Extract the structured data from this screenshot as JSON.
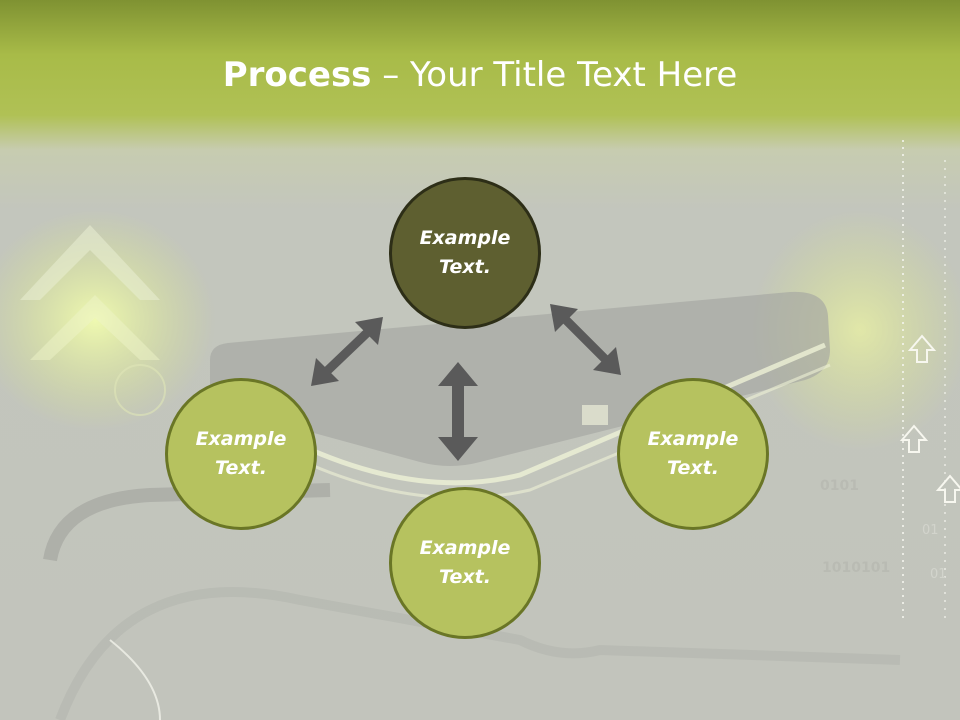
{
  "title": {
    "bold": "Process",
    "rest": " – Your Title Text Here"
  },
  "nodes": [
    {
      "id": "top",
      "text": "Example Text."
    },
    {
      "id": "left",
      "text": "Example Text."
    },
    {
      "id": "right",
      "text": "Example Text."
    },
    {
      "id": "bottom",
      "text": "Example Text."
    }
  ],
  "background_text": {
    "binary_1": "0101",
    "binary_2": "1010101",
    "binary_3": "01",
    "binary_4": "01"
  },
  "colors": {
    "header": "#a8bb48",
    "node_fill": "#b6c25f",
    "node_border": "#6a7626",
    "node_center_fill": "#5e5f30",
    "arrow": "#5a5a5a"
  }
}
